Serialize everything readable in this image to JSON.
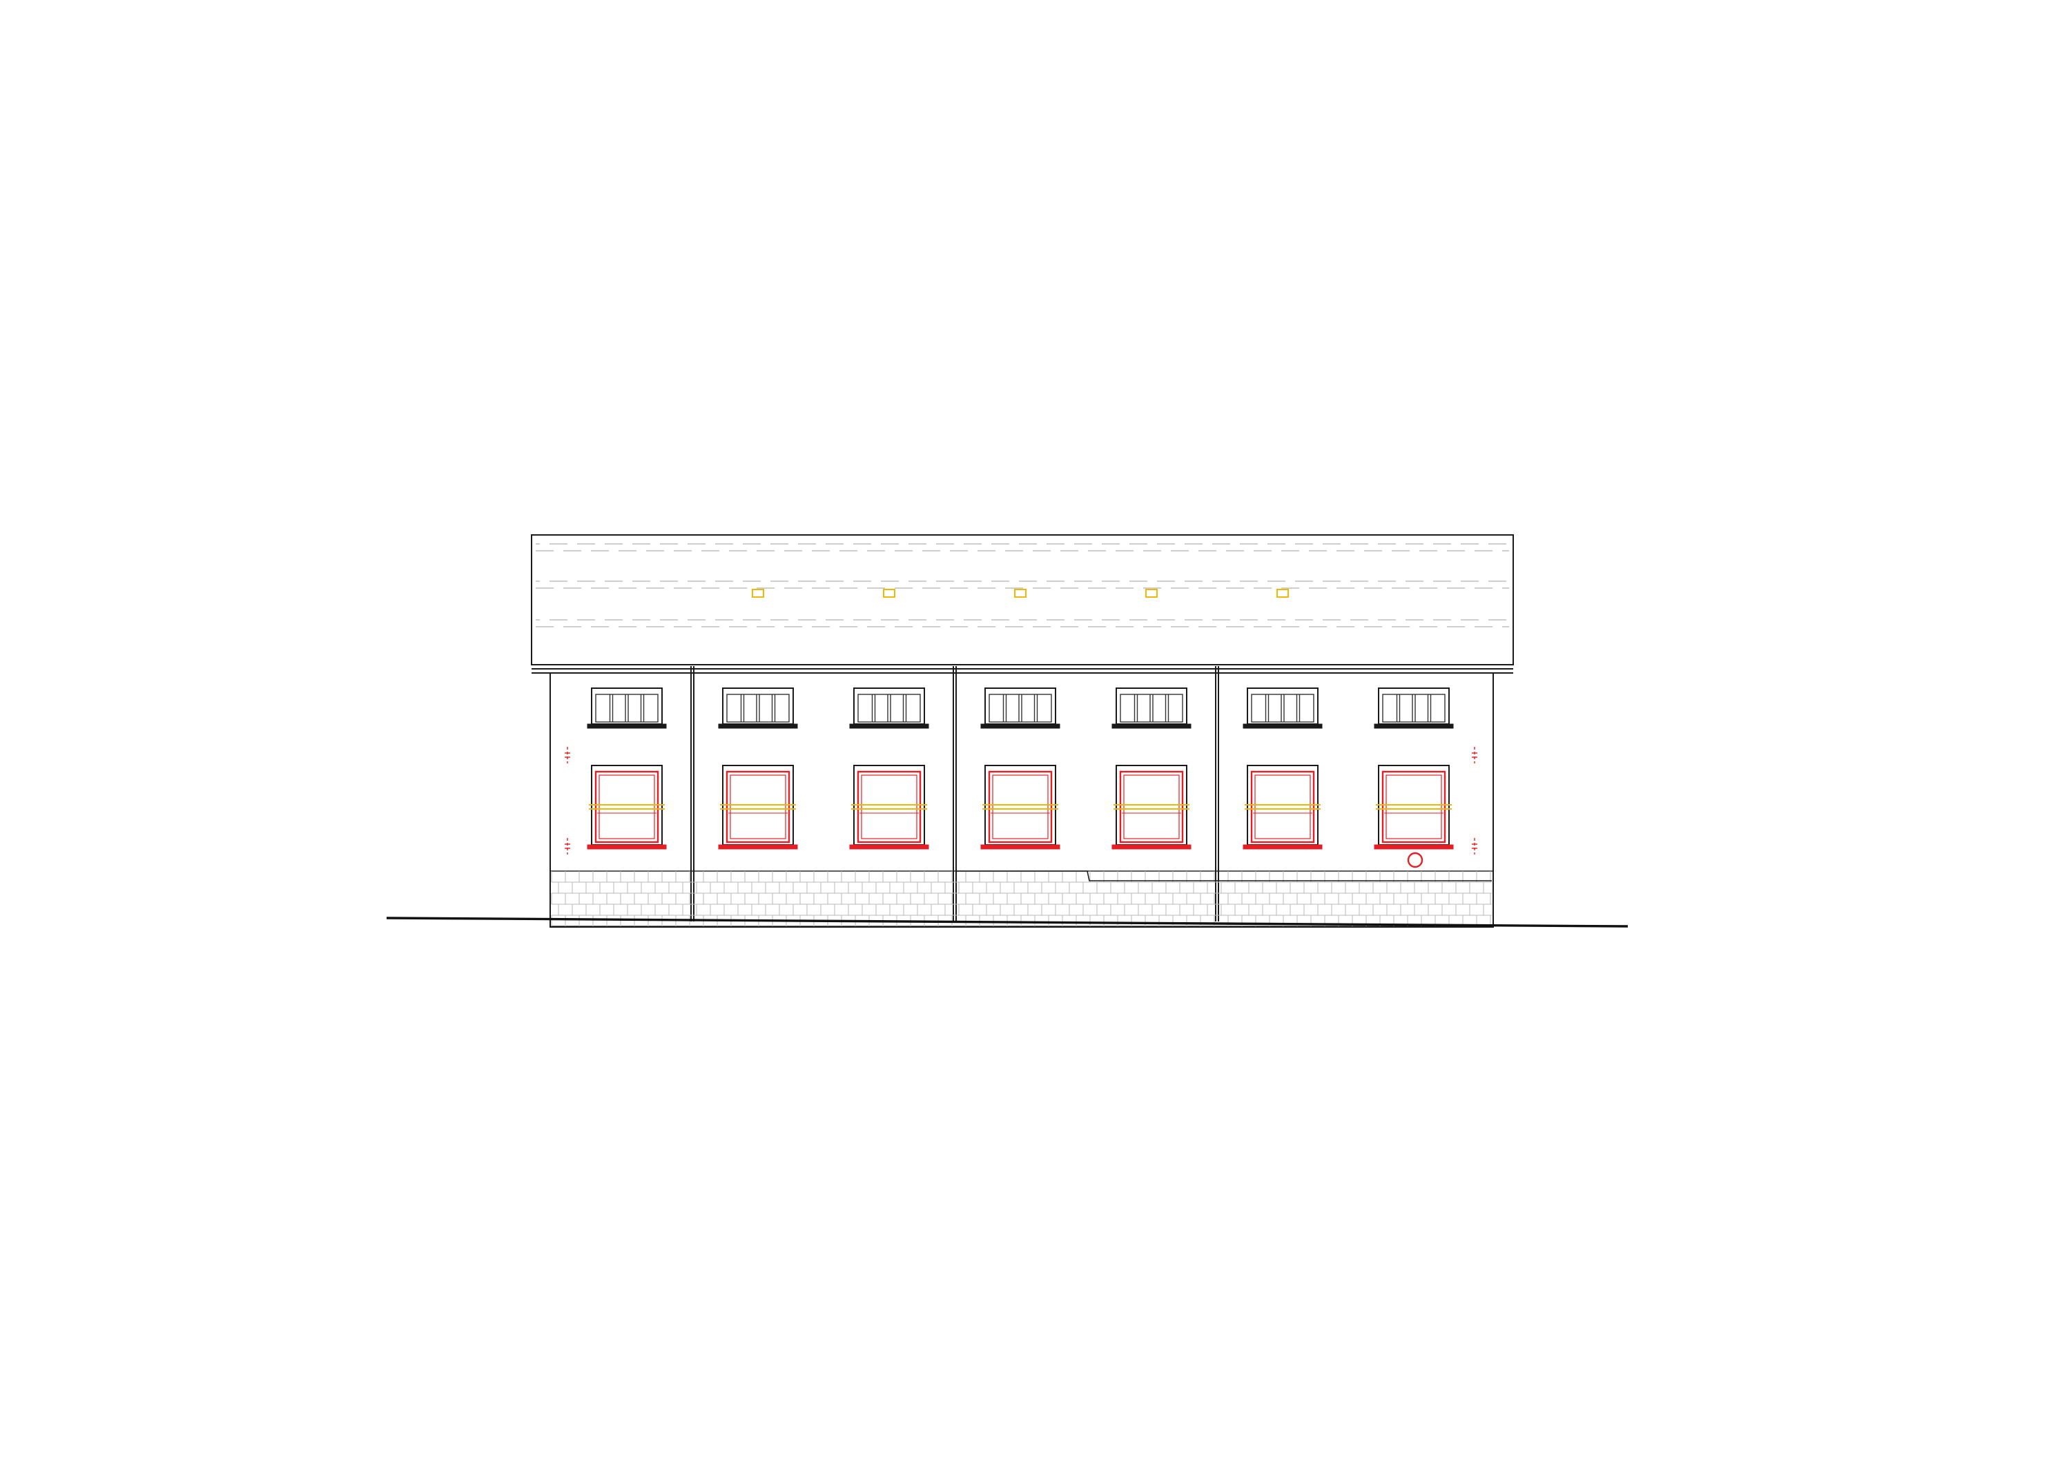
{
  "drawing": {
    "type": "building-elevation",
    "bays": 4,
    "upper_windows": 7,
    "lower_windows": 7,
    "roof_vents": 5,
    "roof_tile_courses": 3,
    "colors": {
      "line": "#1a1a1a",
      "red": "#e31e24",
      "yellow": "#f2b705",
      "brick": "#b8b8b8",
      "roof_dash": "#bdbdbd",
      "background": "#ffffff"
    }
  }
}
